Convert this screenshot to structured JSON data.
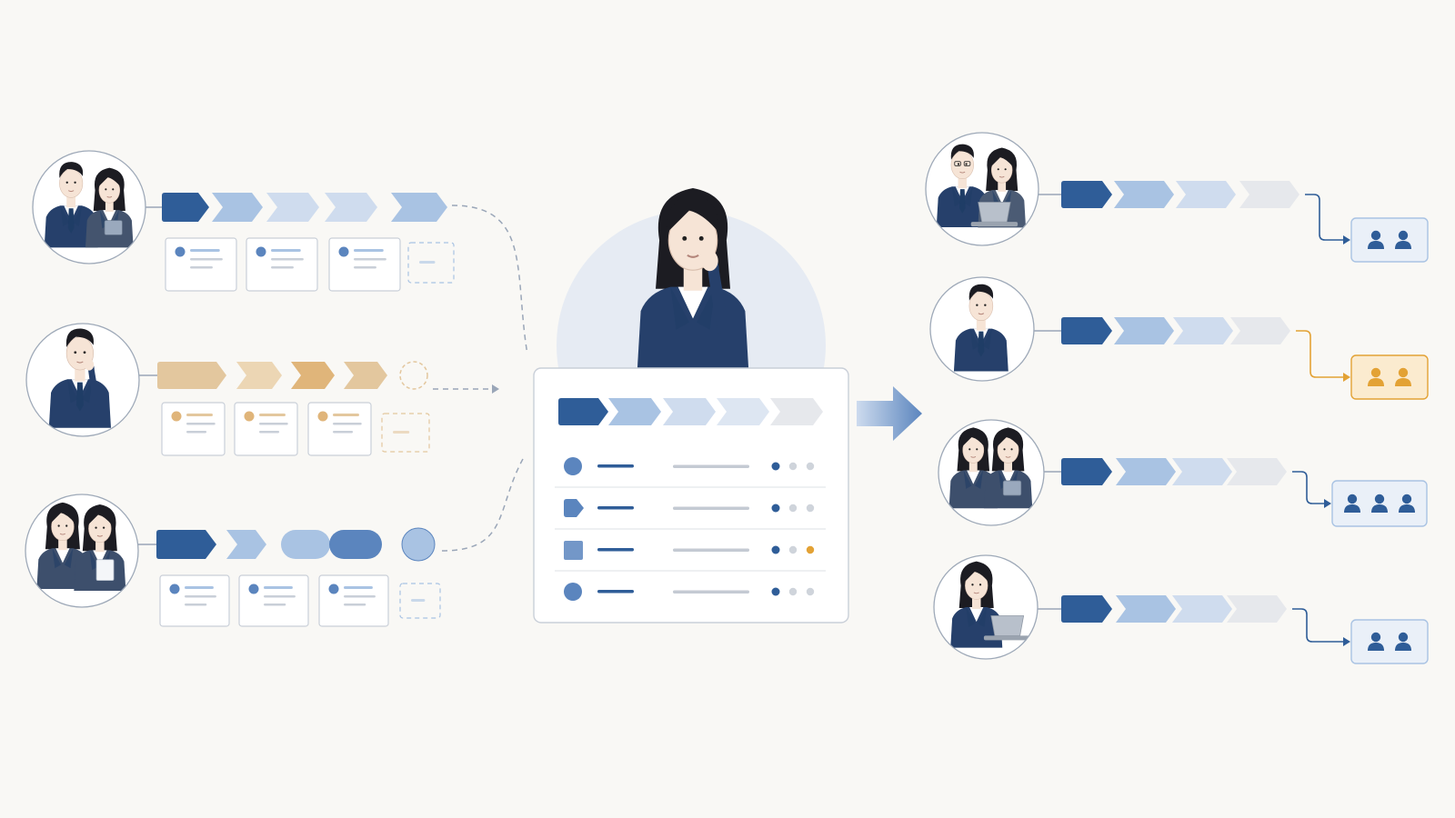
{
  "colors": {
    "background": "#f9f8f5",
    "navy": "#2f5d98",
    "navy_dark": "#1f3d66",
    "blue_mid": "#5b85be",
    "blue_light": "#a9c3e3",
    "blue_pale": "#cfdcee",
    "blue_faint": "#dde6f2",
    "gray_faint": "#e6e8ec",
    "tan": "#e3c79e",
    "tan_light": "#ecd6b4",
    "tan_mid": "#e0b57a",
    "amber": "#e3a235",
    "amber_bg": "#fbebcf",
    "card_border": "#c9cfd8",
    "connector": "#9aa6b8",
    "skin": "#f6e4d6",
    "hair": "#1c1c22",
    "suit": "#26406b"
  },
  "people_icon": "people-icon",
  "people_icon_alt": "person-icon",
  "diagram": {
    "inputs": [
      {
        "name": "input-pair-meeting",
        "avatar": "pair-man-woman-tablet-icon",
        "palette": "blue",
        "shape_types": [
          "chevron",
          "chevron",
          "chevron",
          "chevron",
          "chevron"
        ],
        "card_count": 3,
        "placeholder": "dashed-card"
      },
      {
        "name": "input-man-thinking",
        "avatar": "man-thinking-icon",
        "palette": "tan",
        "shape_types": [
          "chevron",
          "chevron",
          "chevron",
          "chevron",
          "circle-dashed"
        ],
        "card_count": 3,
        "placeholder": "dashed-card"
      },
      {
        "name": "input-women-pair",
        "avatar": "two-women-document-icon",
        "palette": "blue",
        "shape_types": [
          "chevron",
          "chevron",
          "pill",
          "pill",
          "circle"
        ],
        "card_count": 3,
        "placeholder": "dashed-card"
      }
    ],
    "hub": {
      "avatar": "woman-thinking-icon",
      "pipeline_steps": 5,
      "rows": [
        {
          "icon": "circle-icon",
          "status": [
            "blue",
            "gray",
            "gray"
          ]
        },
        {
          "icon": "chevron-icon",
          "status": [
            "blue",
            "gray",
            "gray"
          ]
        },
        {
          "icon": "square-icon",
          "status": [
            "blue",
            "gray",
            "amber"
          ]
        },
        {
          "icon": "circle-icon",
          "status": [
            "blue",
            "gray",
            "gray"
          ]
        }
      ]
    },
    "arrow": "arrow-right-icon",
    "outputs": [
      {
        "name": "output-laptop-pair",
        "avatar": "man-glasses-woman-laptop-icon",
        "steps": 4,
        "group_size": 2,
        "highlight": false
      },
      {
        "name": "output-man-profile",
        "avatar": "man-profile-icon",
        "steps": 4,
        "group_size": 2,
        "highlight": true
      },
      {
        "name": "output-women-pair",
        "avatar": "two-women-tablet-icon",
        "steps": 4,
        "group_size": 3,
        "highlight": false
      },
      {
        "name": "output-woman-laptop",
        "avatar": "woman-laptop-icon",
        "steps": 4,
        "group_size": 2,
        "highlight": false
      }
    ]
  }
}
